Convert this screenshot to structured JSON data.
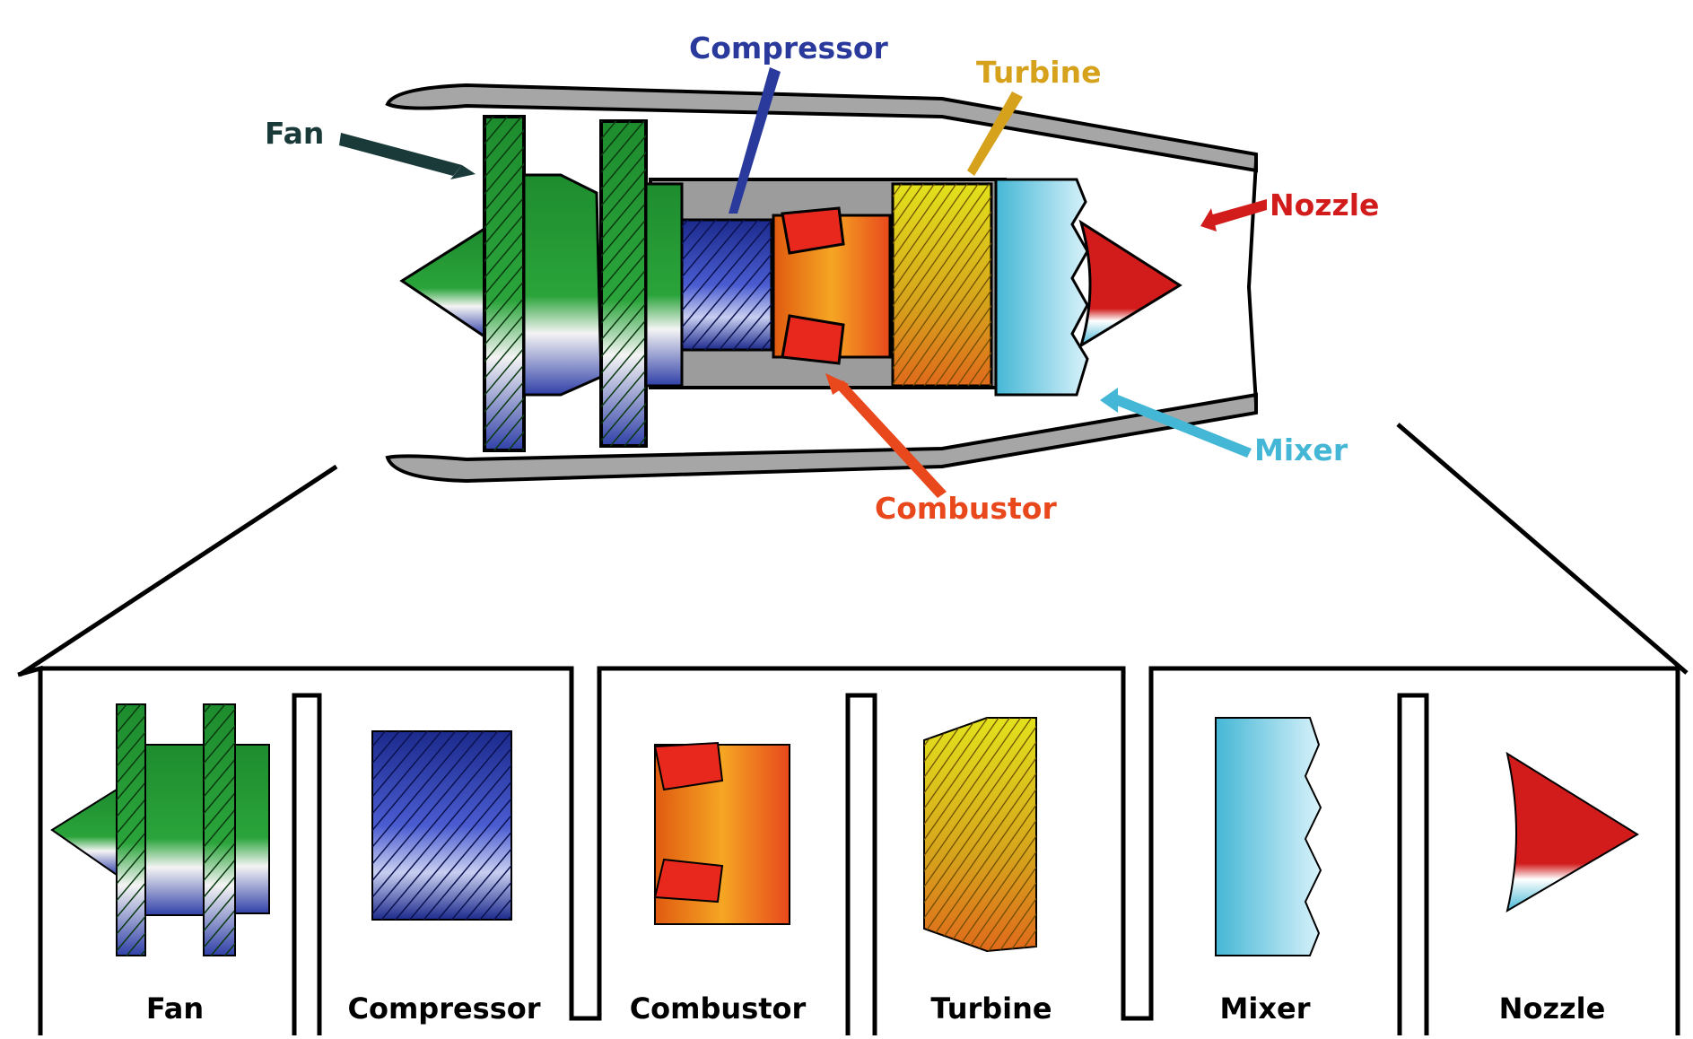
{
  "callouts": {
    "fan": "Fan",
    "compressor": "Compressor",
    "turbine": "Turbine",
    "nozzle": "Nozzle",
    "mixer": "Mixer",
    "combustor": "Combustor"
  },
  "components": [
    "Fan",
    "Compressor",
    "Combustor",
    "Turbine",
    "Mixer",
    "Nozzle"
  ],
  "colors": {
    "fan": "#1e8c2e",
    "compressor": "#2a3a9c",
    "combustor": "#e8481c",
    "turbine": "#d6a21c",
    "mixer": "#45b7d6",
    "nozzle": "#d21c1c",
    "nacelle": "#a6a6a6",
    "core": "#9c9c9c"
  }
}
